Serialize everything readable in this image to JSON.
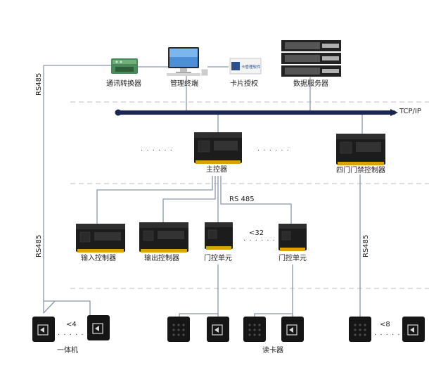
{
  "network": {
    "bus_label": "TCP/IP"
  },
  "devices": {
    "converter": "通讯转换器",
    "terminal": "管理终端",
    "card_auth": "卡片授权",
    "card_auth_screen": "卡管理软件",
    "server": "数据服务器",
    "main_controller": "主控器",
    "four_door_controller": "四门门禁控制器",
    "input_controller": "输入控制器",
    "output_controller": "输出控制器",
    "door_unit_1": "门控单元",
    "door_unit_2": "门控单元",
    "all_in_one": "一体机",
    "card_reader": "读卡器"
  },
  "links": {
    "rs485_left_top": "RS485",
    "rs485_left_bottom": "RS485",
    "rs485_right": "RS485",
    "rs485_middle": "RS 485",
    "limit_32": "<32",
    "limit_4": "<4",
    "limit_8": "<8"
  },
  "ellipsis": {
    "top_left": ". . . . . .",
    "top_mid": ". . . . . .",
    "mid": ". . . . . .",
    "bottom": ". . . . . . . ."
  },
  "colors": {
    "bus": "#1a2552",
    "line": "#8a97a8",
    "dash": "#b8bcc2",
    "device": "#1c1c1c",
    "terminal_strip": "#d9a400"
  }
}
